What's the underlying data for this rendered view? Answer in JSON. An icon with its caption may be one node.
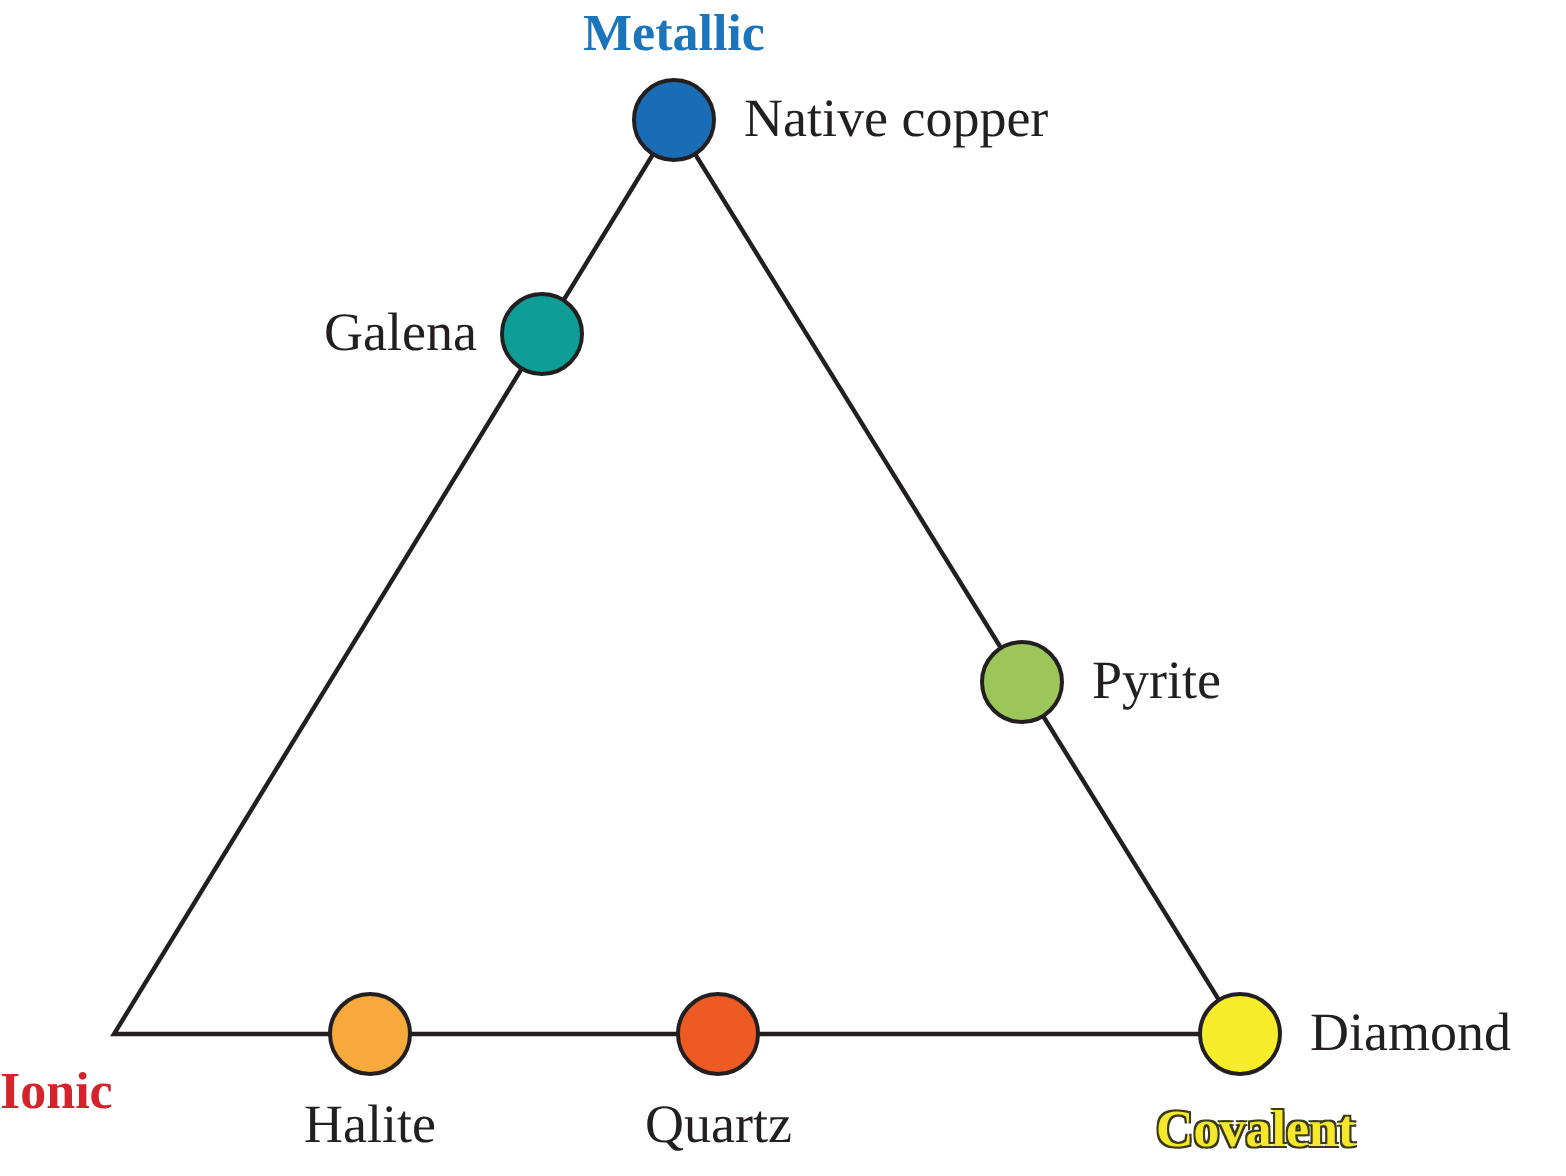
{
  "diagram": {
    "nodes": [
      {
        "text": [],
        "shape": "circle",
        "beside": [
          "Native copper"
        ]
      },
      {
        "text": [],
        "shape": "circle",
        "beside": [
          "Galena"
        ]
      },
      {
        "text": [],
        "shape": "circle",
        "beside": [
          "Pyrite"
        ]
      },
      {
        "text": [],
        "shape": "circle",
        "beside": [
          "Halite"
        ]
      },
      {
        "text": [],
        "shape": "circle",
        "beside": [
          "Quartz"
        ]
      },
      {
        "text": [],
        "shape": "circle",
        "beside": [
          "Diamond"
        ]
      }
    ],
    "labels": [
      "Metallic",
      "Ionic",
      "Covalent"
    ]
  }
}
